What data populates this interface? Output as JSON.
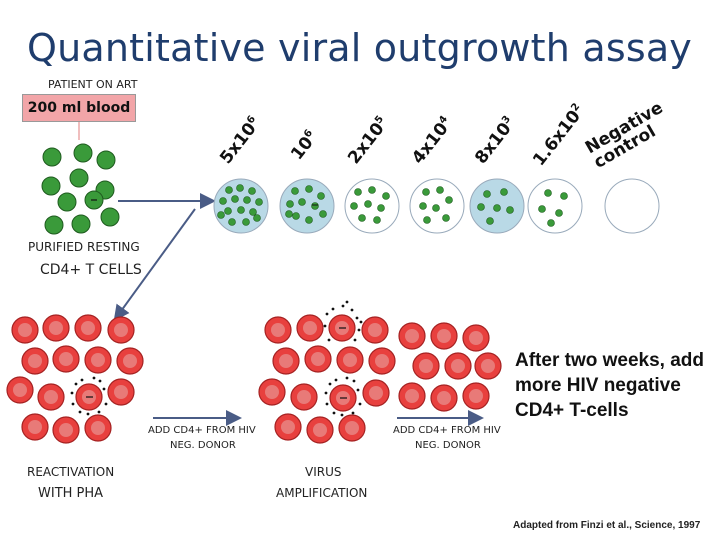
{
  "title": "Quantitative viral outgrowth assay",
  "patient_label": "PATIENT ON ART",
  "blood_label": "200 ml blood",
  "dilutions": [
    "5x10",
    "10",
    "2x10",
    "4x10",
    "8x10",
    "1.6x10",
    "Negative control"
  ],
  "dilution_exponents": [
    "6",
    "6",
    "5",
    "4",
    "3",
    "2",
    ""
  ],
  "purified_label_1": "PURIFIED RESTING",
  "purified_label_2": "CD4+ T CELLS",
  "add_label_1": "ADD CD4+ FROM HIV",
  "add_label_1b": "NEG. DONOR",
  "add_label_2": "ADD CD4+ FROM HIV",
  "add_label_2b": "NEG. DONOR",
  "reactivation_1": "REACTIVATION",
  "reactivation_2": "WITH PHA",
  "virus_1": "VIRUS",
  "virus_2": "AMPLIFICATION",
  "note": "After two weeks, add more HIV negative CD4+ T-cells",
  "credit": "Adapted from Finzi et al., Science, 1997",
  "colors": {
    "title": "#1f3d6d",
    "blood_box": "#f2a5a8",
    "green_cell": "#3a9a3a",
    "red_cell": "#e8403e",
    "well": "#b9d9e6",
    "arrow": "#4a5c86"
  }
}
